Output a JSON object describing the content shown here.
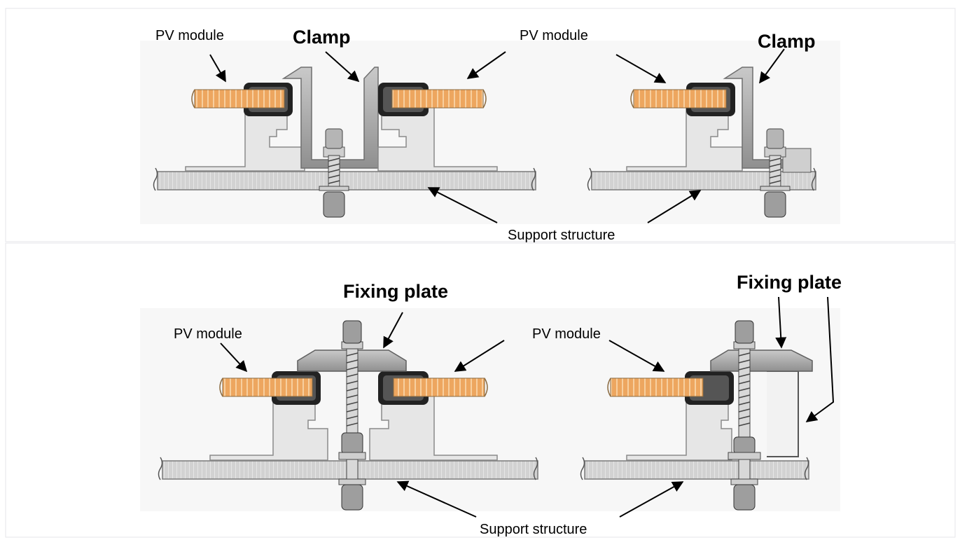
{
  "colors": {
    "module_fill": "#eda65f",
    "module_stripe": "#f7cf9f",
    "aluminium": "#e6e6e6",
    "aluminium_dark": "#9c9c9c",
    "clamp_steel": "#a9a9a9",
    "rubber_seal": "#222222",
    "support_beam": "#d2d2d2"
  },
  "top_panel": {
    "left_module_label": "PV module",
    "left_clamp_label": "Clamp",
    "right_module_label": "PV module",
    "right_clamp_label": "Clamp",
    "support_label": "Support structure"
  },
  "bottom_panel": {
    "left_module_label": "PV module",
    "left_plate_label": "Fixing plate",
    "right_module_label": "PV module",
    "right_plate_label": "Fixing plate",
    "support_label": "Support structure"
  }
}
